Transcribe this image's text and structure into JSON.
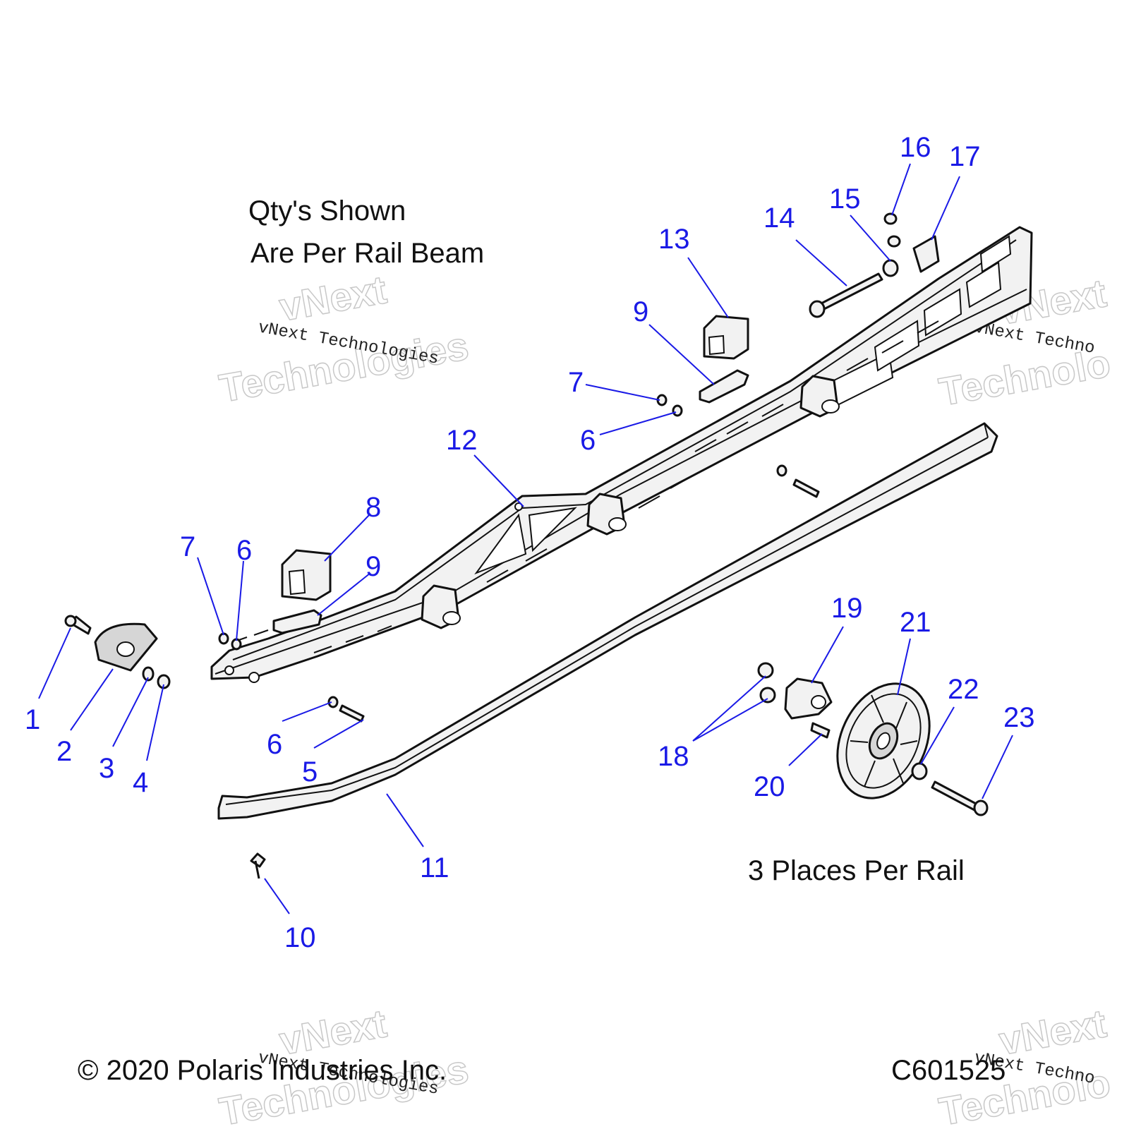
{
  "notes": {
    "qty_line1": "Qty's Shown",
    "qty_line2": "Are Per Rail Beam",
    "places": "3 Places Per Rail",
    "copyright": "© 2020 Polaris Industries Inc.",
    "diagram_code": "C601525"
  },
  "watermark": {
    "small": "vNext Technologies",
    "big_line1": "vNext",
    "big_line2": "Technologies",
    "partial_small": "vNext Techno",
    "partial_big1": "vNext",
    "partial_big2": "Technolo"
  },
  "callouts": [
    "1",
    "2",
    "3",
    "4",
    "5",
    "6",
    "6",
    "6",
    "7",
    "7",
    "8",
    "9",
    "9",
    "10",
    "11",
    "12",
    "13",
    "14",
    "15",
    "16",
    "17",
    "18",
    "19",
    "20",
    "21",
    "22",
    "23"
  ],
  "colors": {
    "callout": "#1a1ae6",
    "line": "#111111",
    "part_fill": "#f2f2f2"
  }
}
